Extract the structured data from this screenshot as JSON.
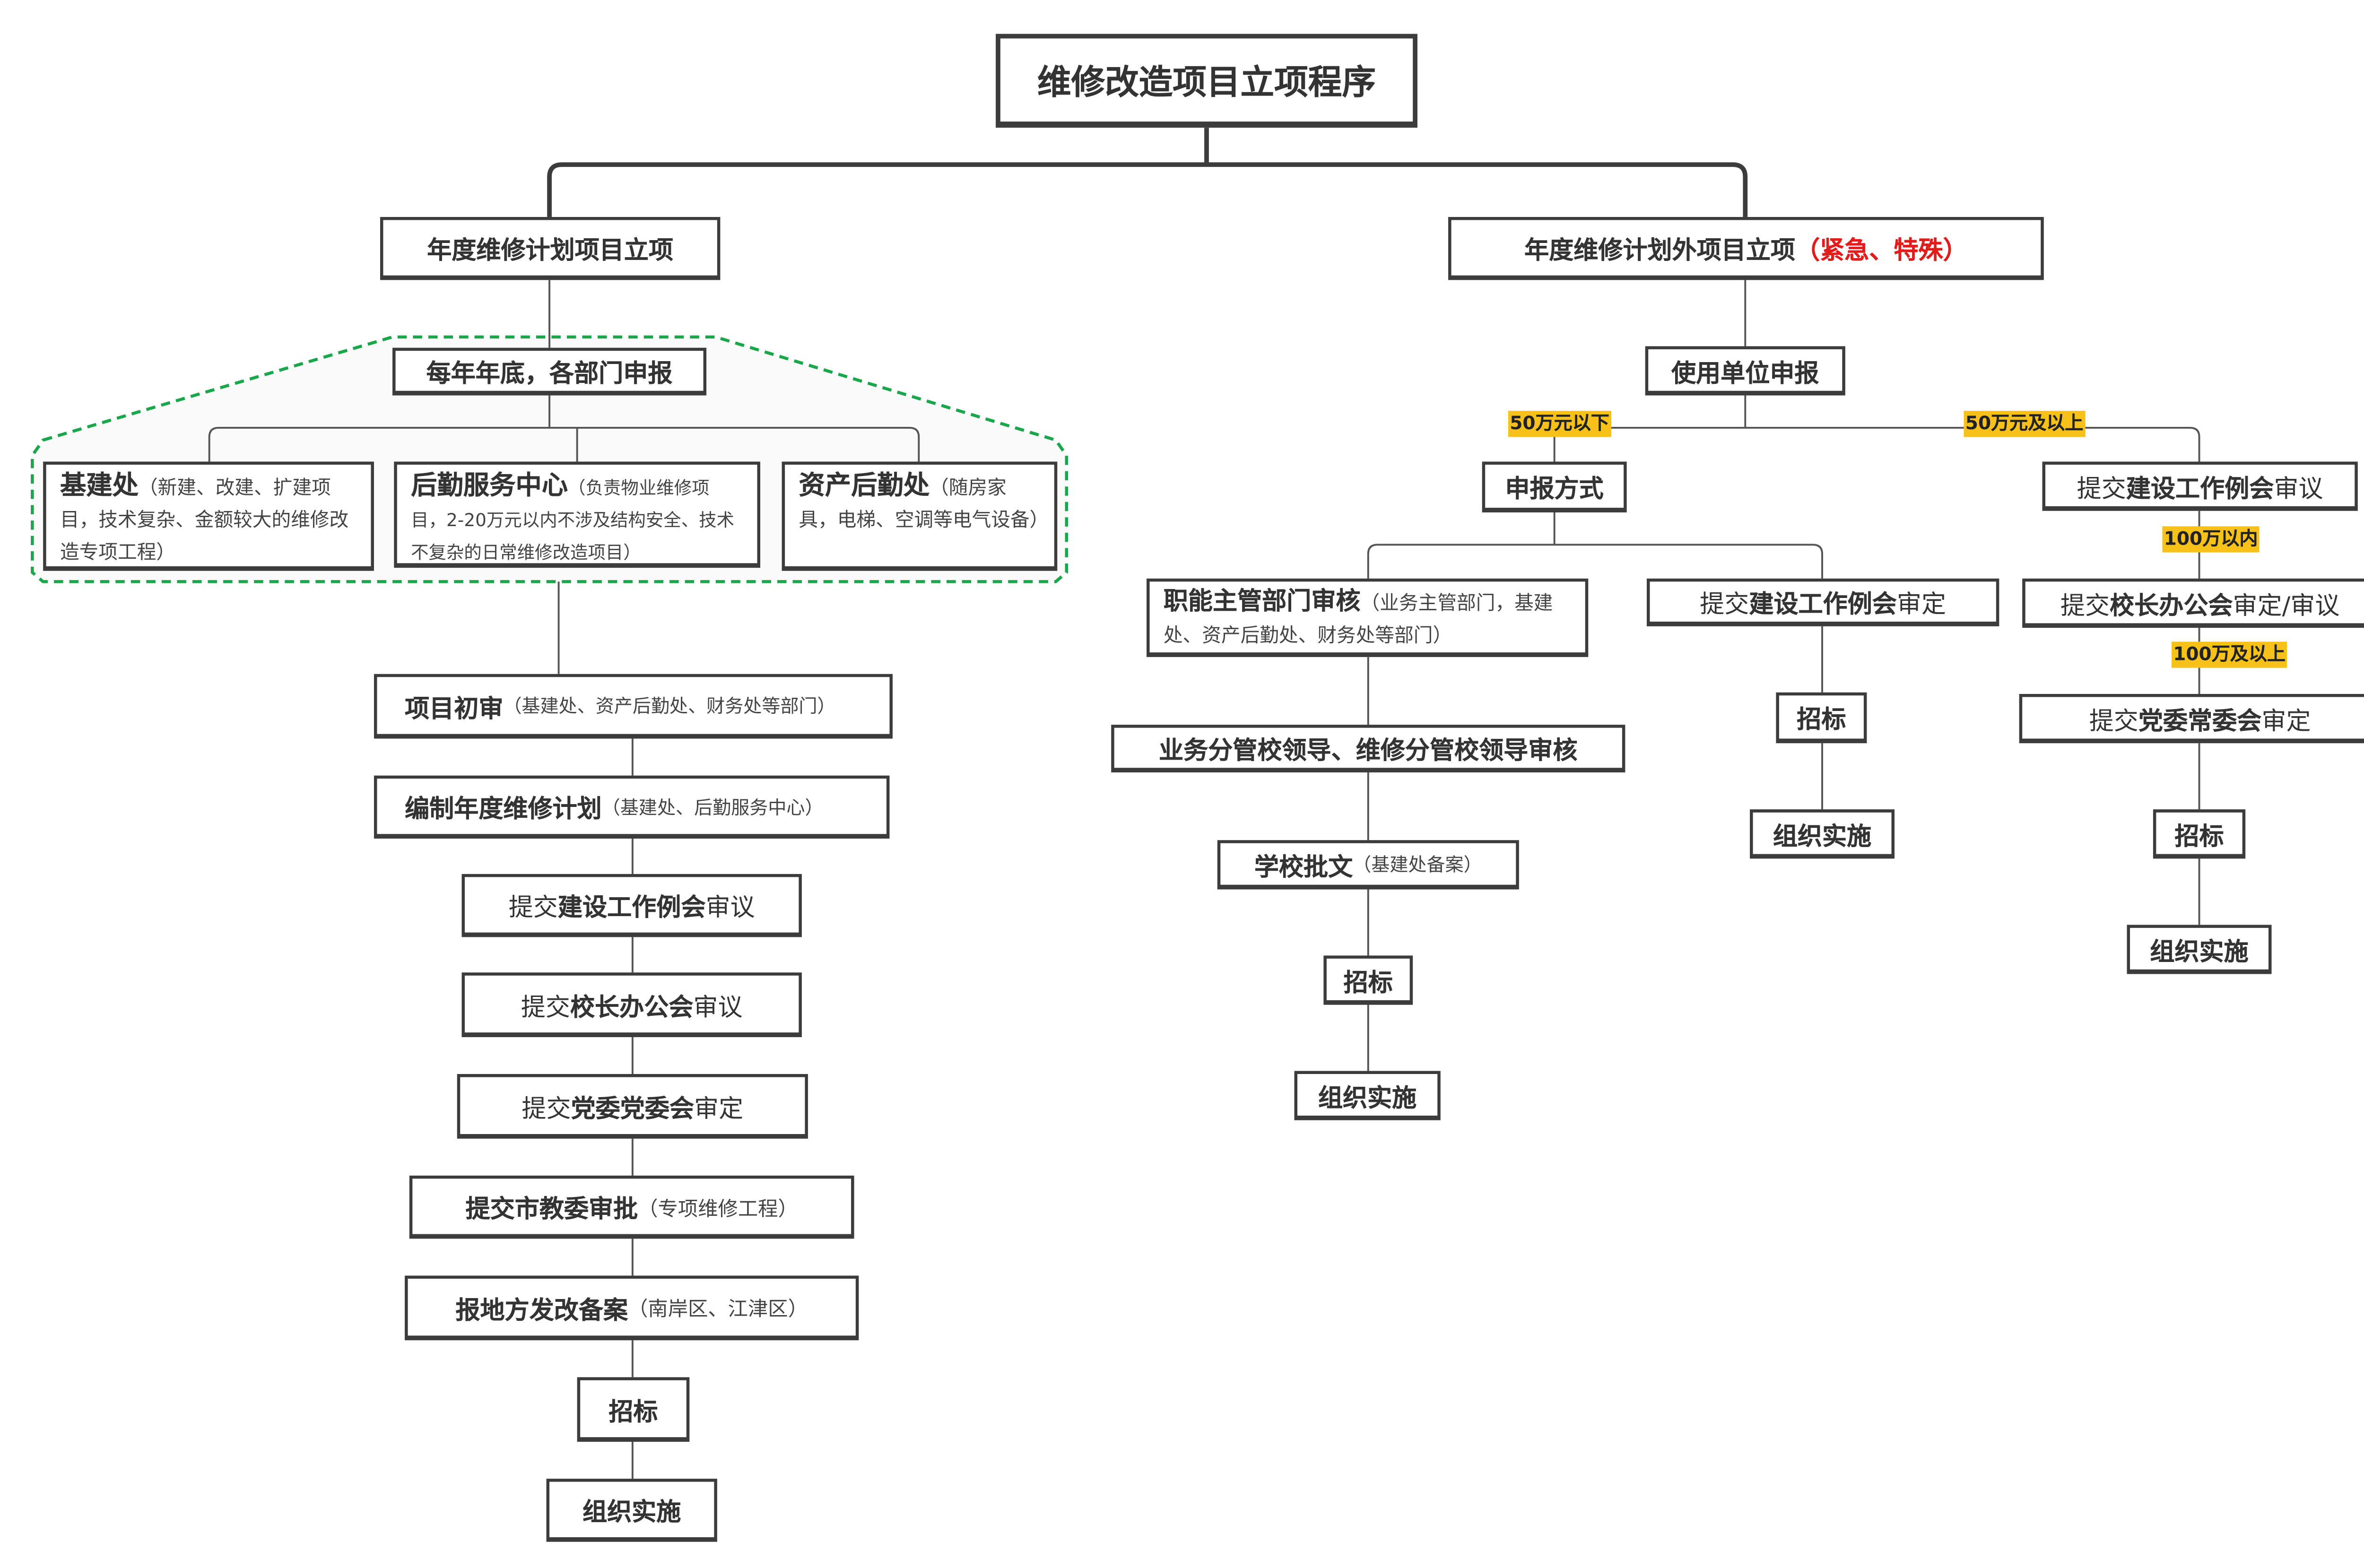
{
  "title": "维修改造项目立项程序",
  "left": {
    "header": "年度维修计划项目立项",
    "group_header": "每年年底，各部门申报",
    "depts": [
      {
        "name": "基建处",
        "note": "（新建、改建、扩建项目，技术复杂、金额较大的维修改造专项工程）"
      },
      {
        "name": "后勤服务中心",
        "note": "（负责物业维修项目，2-20万元以内不涉及结构安全、技术不复杂的日常维修改造项目）"
      },
      {
        "name": "资产后勤处",
        "note": "（随房家具，电梯、空调等电气设备）"
      }
    ],
    "steps": [
      {
        "parts": [
          {
            "t": "项目初审"
          },
          {
            "t": "（基建处、资产后勤处、财务处等部门）"
          }
        ]
      },
      {
        "parts": [
          {
            "t": "编制年度维修计划"
          },
          {
            "t": "（基建处、后勤服务中心）"
          }
        ]
      },
      {
        "parts": [
          {
            "t": "提交"
          },
          {
            "t": "建设工作例会"
          },
          {
            "t": "审议"
          }
        ]
      },
      {
        "parts": [
          {
            "t": "提交"
          },
          {
            "t": "校长办公会"
          },
          {
            "t": "审议"
          }
        ]
      },
      {
        "parts": [
          {
            "t": "提交"
          },
          {
            "t": "党委党委会"
          },
          {
            "t": "审定"
          }
        ]
      },
      {
        "parts": [
          {
            "t": "提交市教委审批"
          },
          {
            "t": "（专项维修工程）"
          }
        ]
      },
      {
        "parts": [
          {
            "t": "报地方发改备案"
          },
          {
            "t": "（南岸区、江津区）"
          }
        ]
      },
      {
        "parts": [
          {
            "t": "招标"
          }
        ]
      },
      {
        "parts": [
          {
            "t": "组织实施"
          }
        ]
      }
    ]
  },
  "right": {
    "header": "年度维修计划外项目立项",
    "header_note": "（紧急、特殊）",
    "apply": "使用单位申报",
    "tag_below_50": "50万元以下",
    "tag_above_50": "50万元及以上",
    "method": "申报方式",
    "branch_a": [
      {
        "parts": [
          {
            "t": "职能主管部门审核"
          },
          {
            "t": "（业务主管部门，基建处、资产后勤处、财务处等部门）"
          }
        ]
      },
      {
        "parts": [
          {
            "t": "业务分管校领导、维修分管校领导审核"
          }
        ]
      },
      {
        "parts": [
          {
            "t": "学校批文"
          },
          {
            "t": "（基建处备案）"
          }
        ]
      },
      {
        "parts": [
          {
            "t": "招标"
          }
        ]
      },
      {
        "parts": [
          {
            "t": "组织实施"
          }
        ]
      }
    ],
    "branch_b": [
      {
        "parts": [
          {
            "t": "提交"
          },
          {
            "t": "建设工作例会"
          },
          {
            "t": "审定"
          }
        ]
      },
      {
        "parts": [
          {
            "t": "招标"
          }
        ]
      },
      {
        "parts": [
          {
            "t": "组织实施"
          }
        ]
      }
    ],
    "branch_c": [
      {
        "parts": [
          {
            "t": "提交"
          },
          {
            "t": "建设工作例会"
          },
          {
            "t": "审议"
          }
        ]
      },
      {
        "parts": [
          {
            "t": "提交"
          },
          {
            "t": "校长办公会"
          },
          {
            "t": "审定/审议"
          }
        ]
      },
      {
        "parts": [
          {
            "t": "提交"
          },
          {
            "t": "党委常委会"
          },
          {
            "t": "审定"
          }
        ]
      },
      {
        "parts": [
          {
            "t": "招标"
          }
        ]
      },
      {
        "parts": [
          {
            "t": "组织实施"
          }
        ]
      }
    ],
    "tag_within_100": "100万以内",
    "tag_above_100": "100万及以上"
  },
  "colors": {
    "line": "#3c3c3c",
    "dashed_group": "#1aa64a",
    "tag": "#f6c21a",
    "emphasis": "#e21b1b"
  }
}
